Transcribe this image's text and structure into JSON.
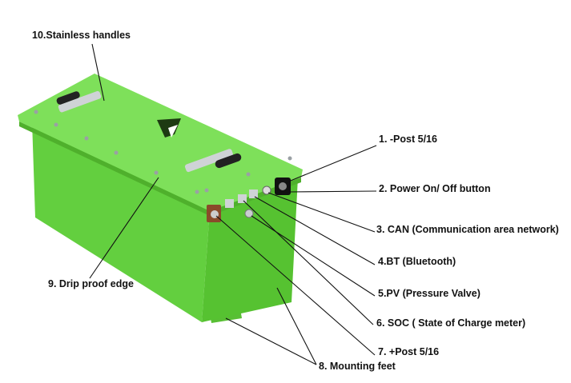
{
  "labels": {
    "handles": "10.Stainless handles",
    "neg_post": "1. -Post 5/16",
    "power": "2. Power On/ Off button",
    "can": "3. CAN (Communication area network)",
    "bt": "4.BT (Bluetooth)",
    "pv": "5.PV (Pressure Valve)",
    "soc": "6. SOC ( State of Charge meter)",
    "pos_post": "7. +Post 5/16",
    "feet": "8. Mounting feet",
    "drip": "9. Drip proof edge"
  },
  "colors": {
    "battery_top": "#7ee05a",
    "battery_side": "#63cf3f",
    "battery_front": "#5bc535",
    "leader_line": "#111111"
  }
}
